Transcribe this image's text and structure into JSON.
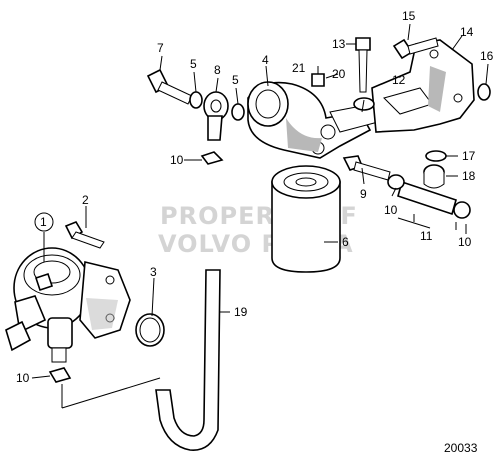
{
  "diagram": {
    "drawing_number": "20033",
    "watermark_lines": [
      "PROPERTY OF",
      "VOLVO PENTA"
    ],
    "callouts": [
      "1",
      "2",
      "3",
      "4",
      "5",
      "5",
      "6",
      "7",
      "8",
      "9",
      "10",
      "10",
      "10",
      "10",
      "11",
      "12",
      "13",
      "14",
      "15",
      "16",
      "17",
      "18",
      "19",
      "20",
      "21"
    ]
  }
}
